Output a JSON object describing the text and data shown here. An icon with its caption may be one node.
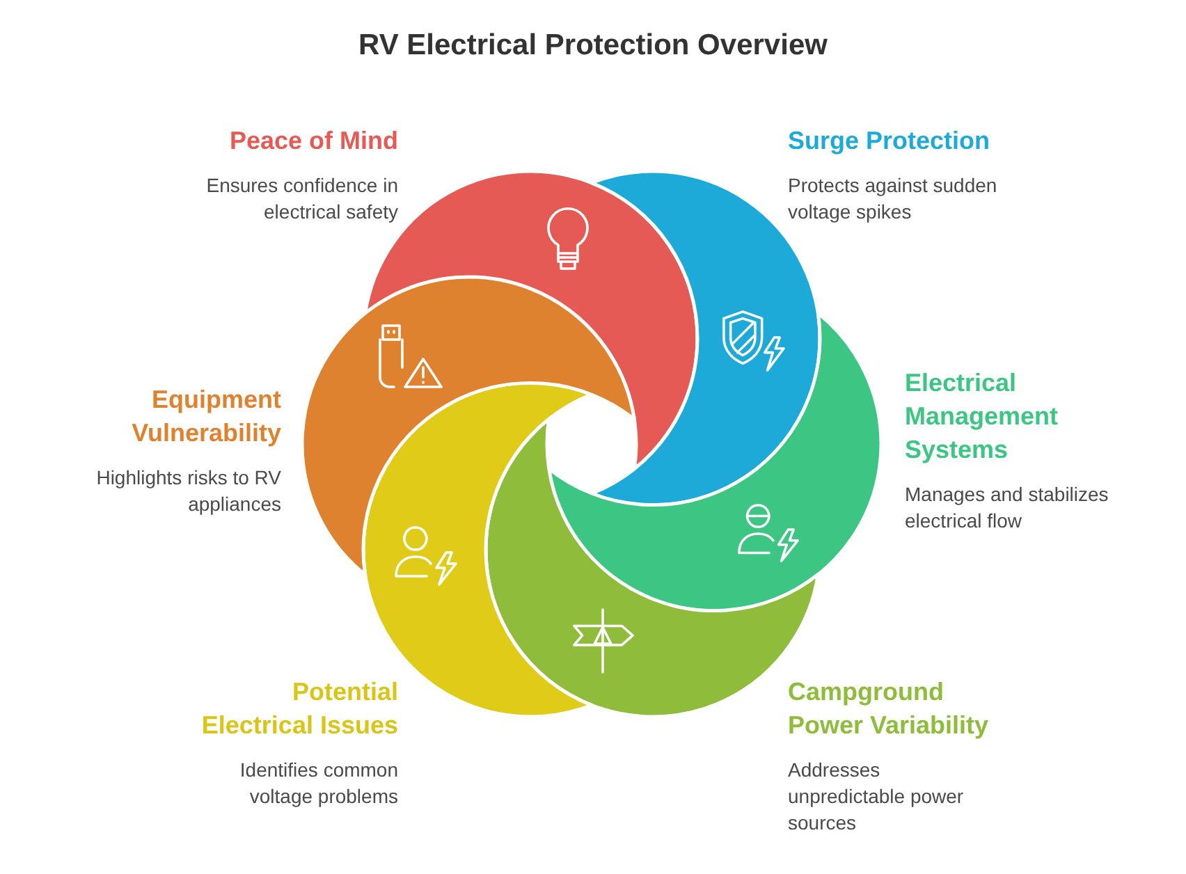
{
  "diagram": {
    "title": "RV Electrical Protection Overview",
    "nodes": [
      {
        "text": [
          "Peace of Mind",
          "Ensures confidence in electrical safety"
        ]
      },
      {
        "text": [
          "Surge Protection",
          "Protects against sudden voltage spikes"
        ]
      },
      {
        "text": [
          "Electrical Management Systems",
          "Manages and stabilizes electrical flow"
        ]
      },
      {
        "text": [
          "Campground Power Variability",
          "Addresses unpredictable power sources"
        ]
      },
      {
        "text": [
          "Potential Electrical Issues",
          "Identifies common voltage problems"
        ]
      },
      {
        "text": [
          "Equipment Vulnerability",
          "Highlights risks to RV appliances"
        ]
      }
    ]
  }
}
